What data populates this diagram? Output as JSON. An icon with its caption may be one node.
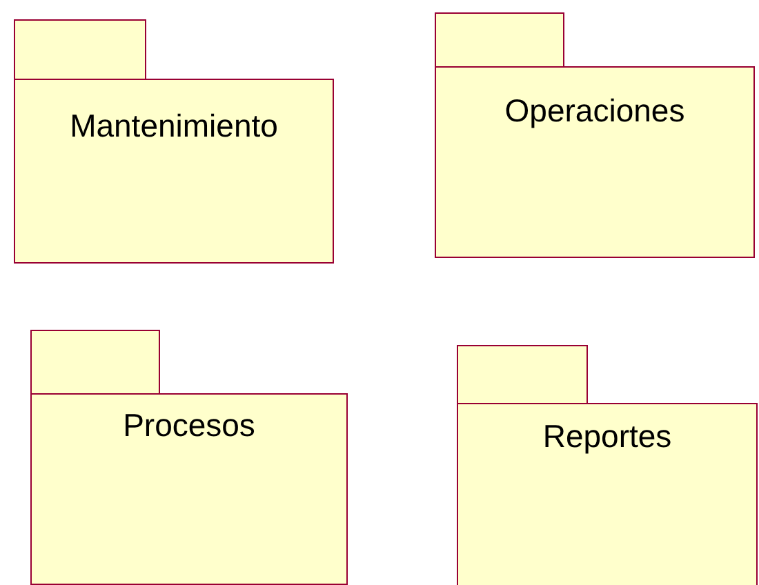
{
  "diagram": {
    "nodes": [
      {
        "text": [
          "Mantenimiento"
        ]
      },
      {
        "text": [
          "Operaciones"
        ]
      },
      {
        "text": [
          "Procesos"
        ]
      },
      {
        "text": [
          "Reportes"
        ]
      }
    ]
  }
}
